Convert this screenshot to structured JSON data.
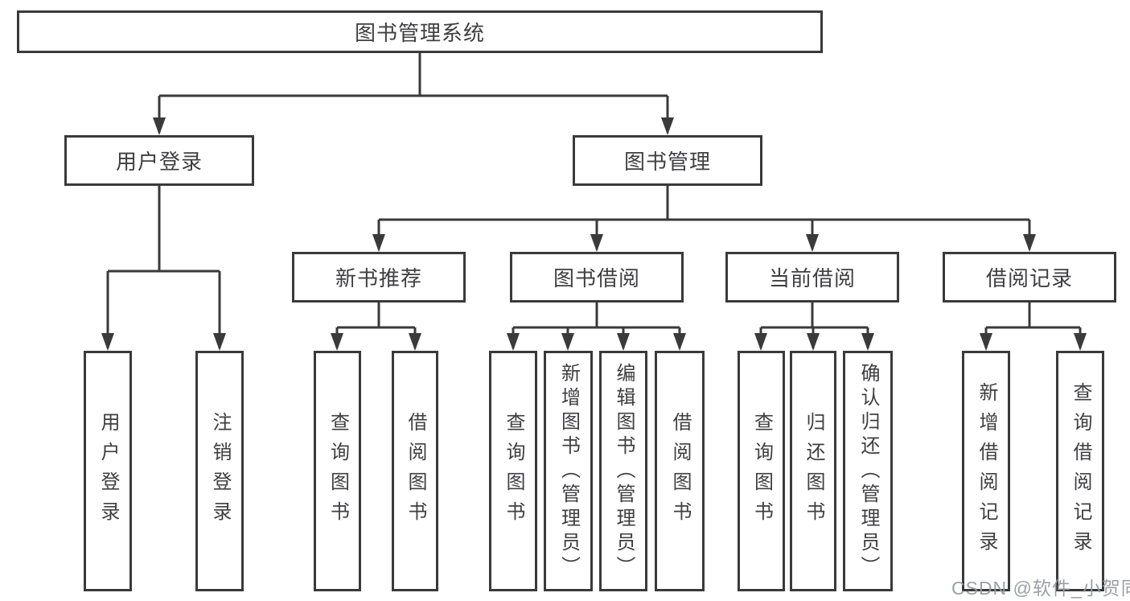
{
  "root": {
    "label": "图书管理系统"
  },
  "branches": {
    "user_login": {
      "label": "用户登录",
      "children": [
        "用户登录",
        "注销登录"
      ]
    },
    "book_management": {
      "label": "图书管理"
    }
  },
  "sections": [
    {
      "label": "新书推荐",
      "children": [
        "查询图书",
        "借阅图书"
      ]
    },
    {
      "label": "图书借阅",
      "children": [
        "查询图书",
        "新增图书（管理员）",
        "编辑图书（管理员）",
        "借阅图书"
      ]
    },
    {
      "label": "当前借阅",
      "children": [
        "查询图书",
        "归还图书",
        "确认归还（管理员）"
      ]
    },
    {
      "label": "借阅记录",
      "children": [
        "新增借阅记录",
        "查询借阅记录"
      ]
    }
  ],
  "watermark": {
    "text": "CSDN @软件_小贺同学"
  },
  "colors": {
    "line": "#3a3a3a",
    "text": "#3f3f42",
    "watermark": "#9ba0a6",
    "background": "#ffffff"
  }
}
